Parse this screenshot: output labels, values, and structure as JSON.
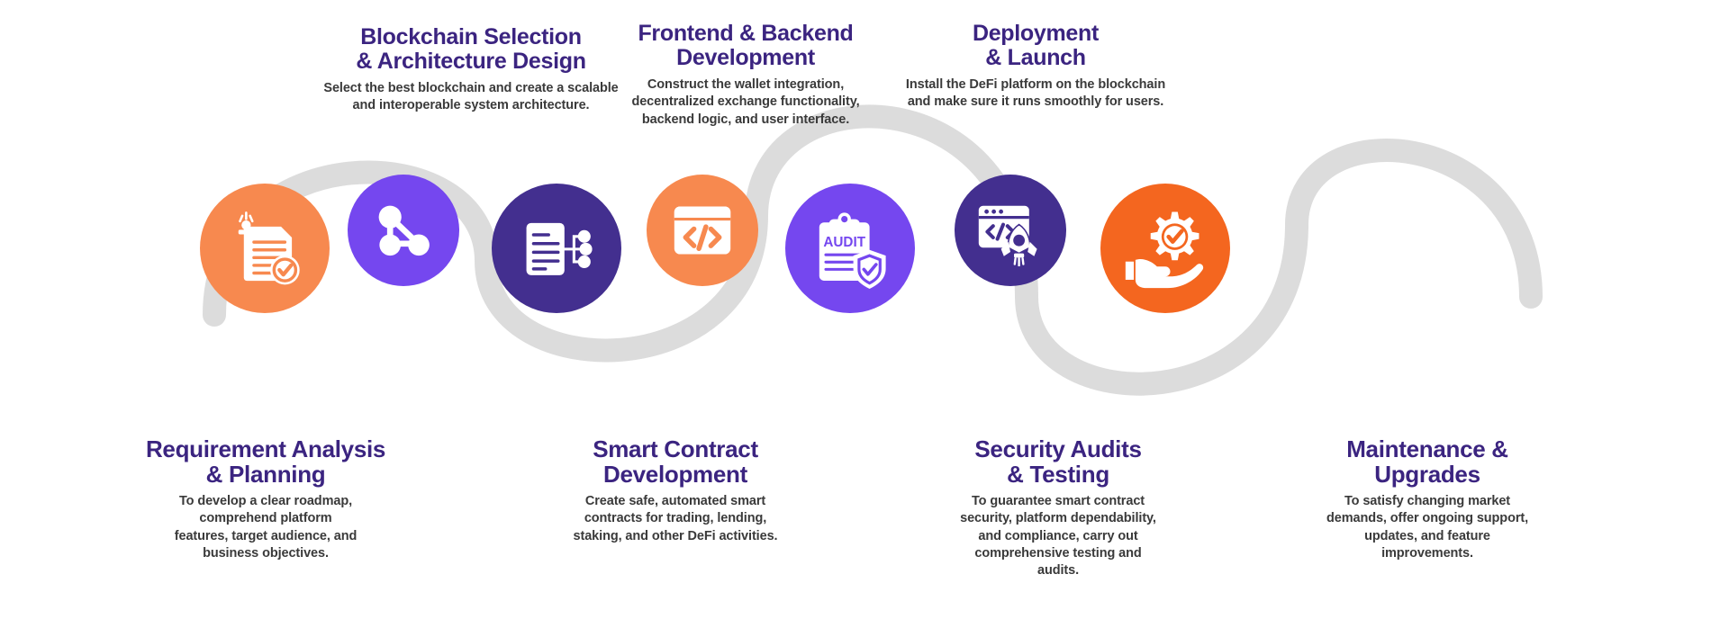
{
  "infographic": {
    "background_color": "#ffffff",
    "wave_color": "#dcdcdc",
    "title_color": "#3b2480",
    "body_color": "#3a3a3a",
    "orange": "#f7894f",
    "orange_deep": "#f4661f",
    "purple_bright": "#7547ef",
    "purple_dark": "#432f8f"
  },
  "steps": [
    {
      "index": "1",
      "icon": "requirement-document-check-icon",
      "circle_color": "#f7894f",
      "title": "Requirement Analysis\n& Planning",
      "desc": "To develop a clear roadmap,\ncomprehend platform\nfeatures, target audience, and\nbusiness objectives.",
      "position": "bottom"
    },
    {
      "index": "2",
      "icon": "blockchain-network-nodes-icon",
      "circle_color": "#7547ef",
      "title": "Blockchain Selection\n& Architecture Design",
      "desc": "Select the best blockchain and create a scalable\nand interoperable system architecture.",
      "position": "top"
    },
    {
      "index": "3",
      "icon": "smart-contract-circuit-document-icon",
      "circle_color": "#432f8f",
      "title": "Smart Contract\nDevelopment",
      "desc": "Create safe, automated smart\ncontracts for trading, lending,\nstaking, and other DeFi activities.",
      "position": "bottom"
    },
    {
      "index": "4",
      "icon": "code-browser-window-icon",
      "circle_color": "#f7894f",
      "title": "Frontend & Backend\nDevelopment",
      "desc": "Construct the wallet integration,\ndecentralized exchange functionality,\nbackend logic, and user interface.",
      "position": "top"
    },
    {
      "index": "5",
      "icon": "audit-clipboard-shield-icon",
      "circle_color": "#7547ef",
      "title": "Security Audits\n& Testing",
      "desc": "To guarantee smart contract\nsecurity, platform dependability,\nand compliance, carry out\ncomprehensive testing and\naudits.",
      "position": "bottom"
    },
    {
      "index": "6",
      "icon": "deploy-rocket-browser-icon",
      "circle_color": "#432f8f",
      "title": "Deployment\n& Launch",
      "desc": "Install the DeFi platform on the blockchain\nand make sure it runs smoothly for users.",
      "position": "top"
    },
    {
      "index": "7",
      "icon": "hand-gear-check-icon",
      "circle_color": "#f4661f",
      "title": "Maintenance &\nUpgrades",
      "desc": "To satisfy changing market\ndemands, offer ongoing support,\nupdates, and feature\nimprovements.",
      "position": "bottom"
    }
  ]
}
